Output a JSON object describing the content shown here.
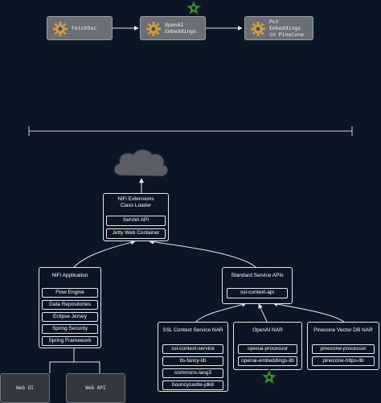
{
  "flow": {
    "fetchdoc": "FetchDoc",
    "openai": [
      "OpenAI",
      "Embeddings"
    ],
    "pinecone": [
      "Put Embeddings",
      "in PineCone"
    ]
  },
  "classloader": {
    "title": [
      "NiFi Extensions",
      "Class Loader"
    ],
    "servlet": "Servlet API",
    "jetty": "Jetty Web Container"
  },
  "app": {
    "title": "NiFi Application",
    "items": [
      "Flow Engine",
      "Data Repositories",
      "Eclipse Jersey",
      "Spring Security",
      "Spring Framework"
    ]
  },
  "std": {
    "title": "Standard Service APIs",
    "items": [
      "ssl-context-api"
    ]
  },
  "nars": {
    "ssl": {
      "title": "SSL Context Service NAR",
      "items": [
        "ssl-context-service",
        "tls-fancy-lib",
        "commons-lang3",
        "bouncycastle-jdk8"
      ]
    },
    "openai": {
      "title": "OpenAI NAR",
      "items": [
        "openai-processor",
        "openai-embeddings-lib"
      ]
    },
    "pinecone": {
      "title": "Pinecone Vector DB NAR",
      "items": [
        "pinecone-processor",
        "pinecone-https-lib"
      ]
    }
  },
  "web": {
    "ui": "Web UI",
    "api": "Web API"
  },
  "colors": {
    "background": "#0b1624",
    "processor": "#6b6f73",
    "gear": "#c8a04a",
    "star": "#3a8a3a",
    "line": "#e8e8e8"
  }
}
